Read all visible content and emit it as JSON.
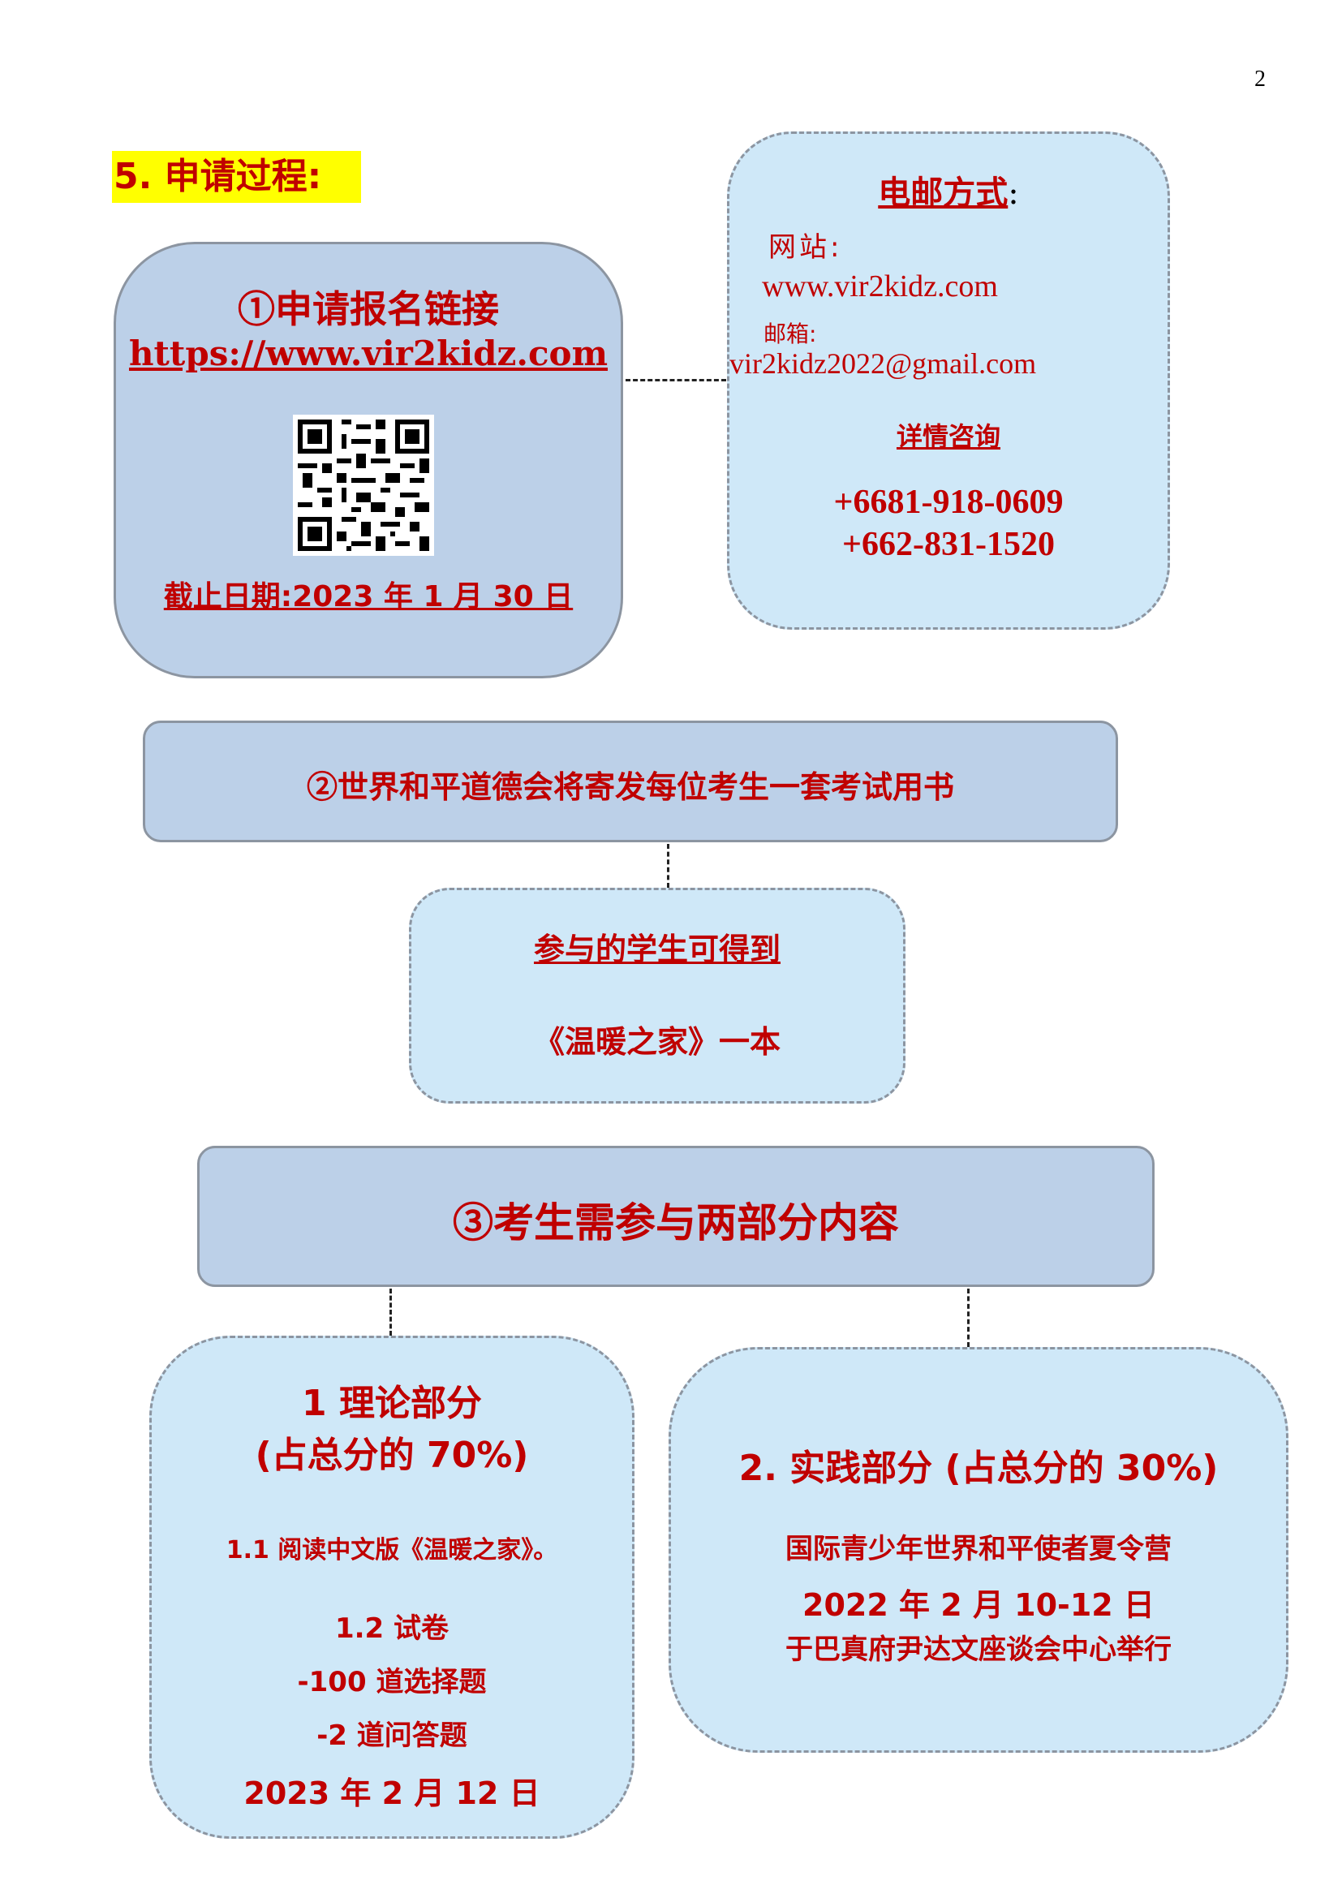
{
  "page": {
    "number": "2"
  },
  "section": {
    "title": "5. 申请过程:"
  },
  "step1": {
    "title": "①申请报名链接",
    "link": "https://www.vir2kidz.com",
    "deadline": "截止日期:2023 年 1 月 30 日"
  },
  "contact": {
    "title": "电邮方式",
    "colon": ":",
    "website_label": "网站:",
    "website": "www.vir2kidz.com",
    "email_label": "邮箱:",
    "email": "vir2kidz2022@gmail.com",
    "inquiry_label": "详情咨询",
    "phone1": "+6681-918-0609",
    "phone2": "+662-831-1520"
  },
  "step2": {
    "text": "②世界和平道德会将寄发每位考生一套考试用书"
  },
  "reward": {
    "title": "参与的学生可得到",
    "book": "《温暖之家》一本"
  },
  "step3": {
    "text": "③考生需参与两部分内容"
  },
  "theory": {
    "title": "1 理论部分",
    "weight": "(占总分的 70%)",
    "item1": "1.1 阅读中文版《温暖之家》。",
    "item2": "1.2 试卷",
    "mc": "-100 道选择题",
    "qa": "-2 道问答题",
    "date": "2023 年 2 月 12 日"
  },
  "practice": {
    "title": "2. 实践部分 (占总分的 30%)",
    "event": "国际青少年世界和平使者夏令营",
    "date": "2022 年 2 月 10-12 日",
    "venue": "于巴真府尹达文座谈会中心举行"
  },
  "colors": {
    "accent": "#c00000",
    "highlight": "#ffff00",
    "box_blue": "#bcd0e8",
    "box_light": "#cfe8f8"
  }
}
